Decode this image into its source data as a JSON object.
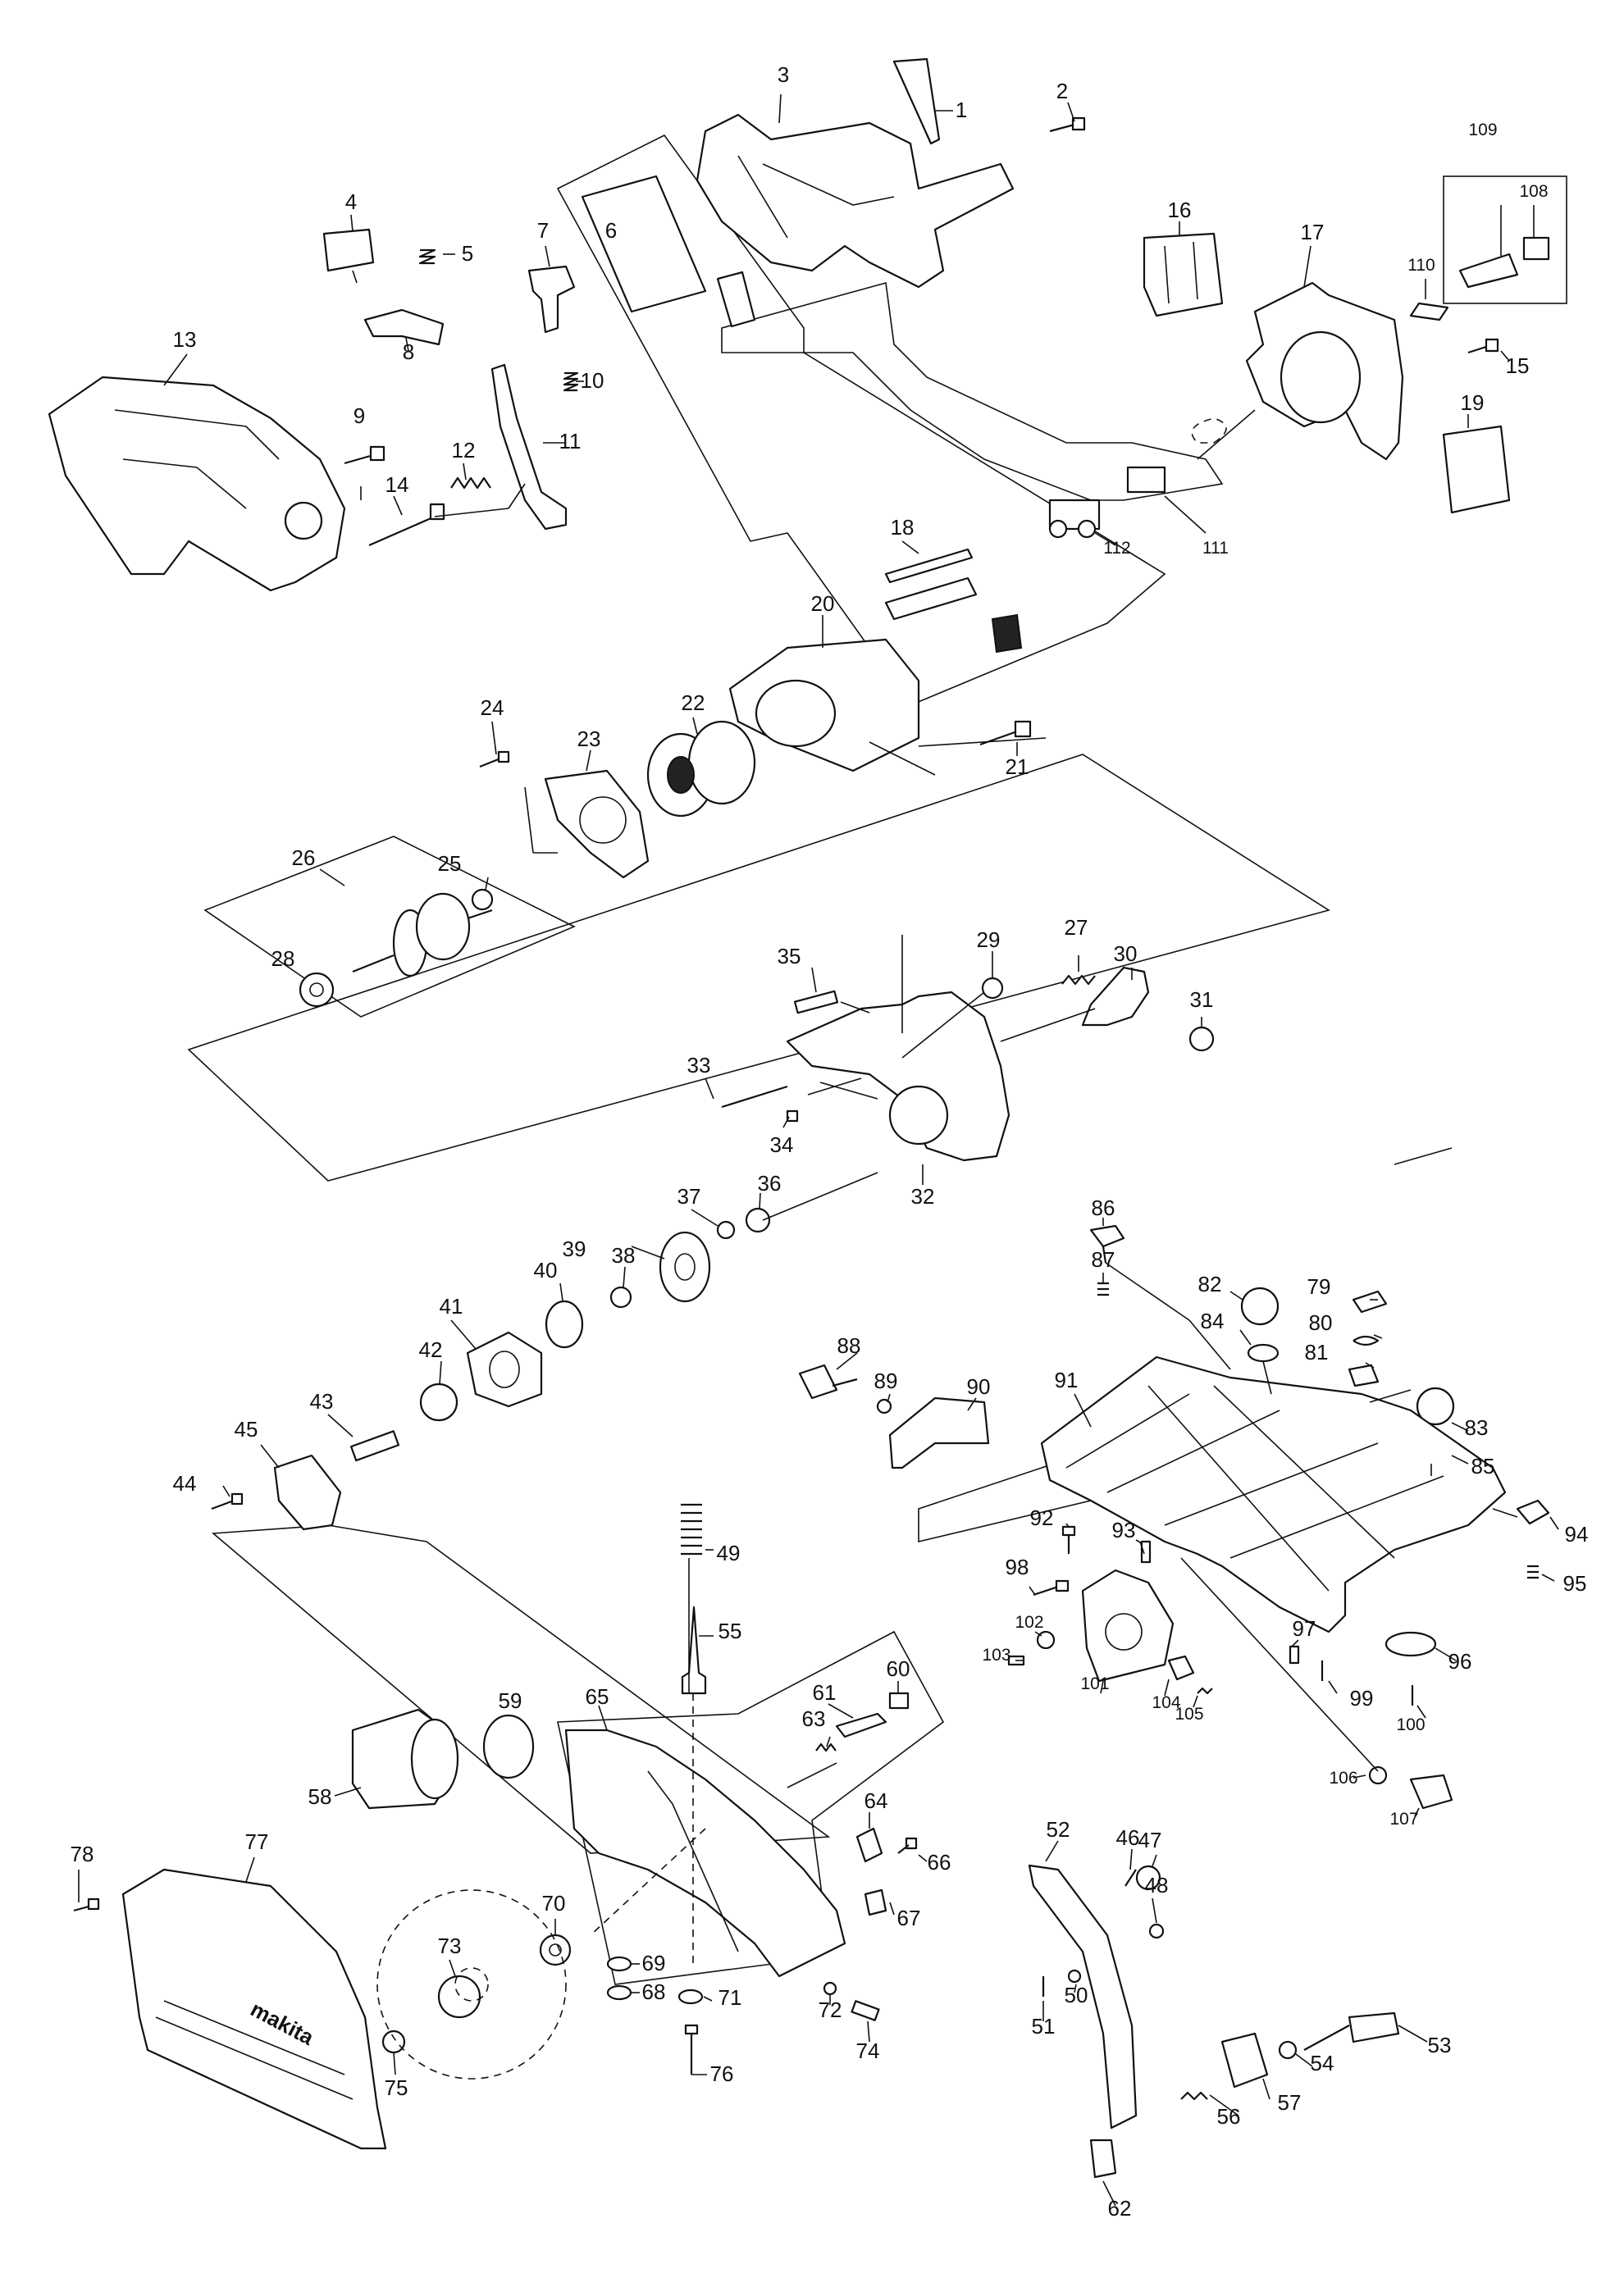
{
  "brand_text": "makita",
  "part_numbers": [
    "1",
    "2",
    "3",
    "4",
    "5",
    "6",
    "7",
    "8",
    "9",
    "10",
    "11",
    "12",
    "13",
    "14",
    "15",
    "16",
    "17",
    "18",
    "19",
    "20",
    "21",
    "22",
    "23",
    "24",
    "25",
    "26",
    "27",
    "28",
    "29",
    "30",
    "31",
    "32",
    "33",
    "34",
    "35",
    "36",
    "37",
    "38",
    "39",
    "40",
    "41",
    "42",
    "43",
    "44",
    "45",
    "46",
    "47",
    "48",
    "49",
    "50",
    "51",
    "52",
    "53",
    "54",
    "55",
    "56",
    "57",
    "58",
    "59",
    "60",
    "61",
    "62",
    "63",
    "64",
    "65",
    "66",
    "67",
    "68",
    "69",
    "70",
    "71",
    "72",
    "73",
    "74",
    "75",
    "76",
    "77",
    "78",
    "79",
    "80",
    "81",
    "82",
    "83",
    "84",
    "85",
    "86",
    "87",
    "88",
    "89",
    "90",
    "91",
    "92",
    "93",
    "94",
    "95",
    "96",
    "97",
    "98",
    "99",
    "100",
    "101",
    "102",
    "103",
    "104",
    "105",
    "106",
    "107",
    "108",
    "109",
    "110",
    "111",
    "112"
  ]
}
